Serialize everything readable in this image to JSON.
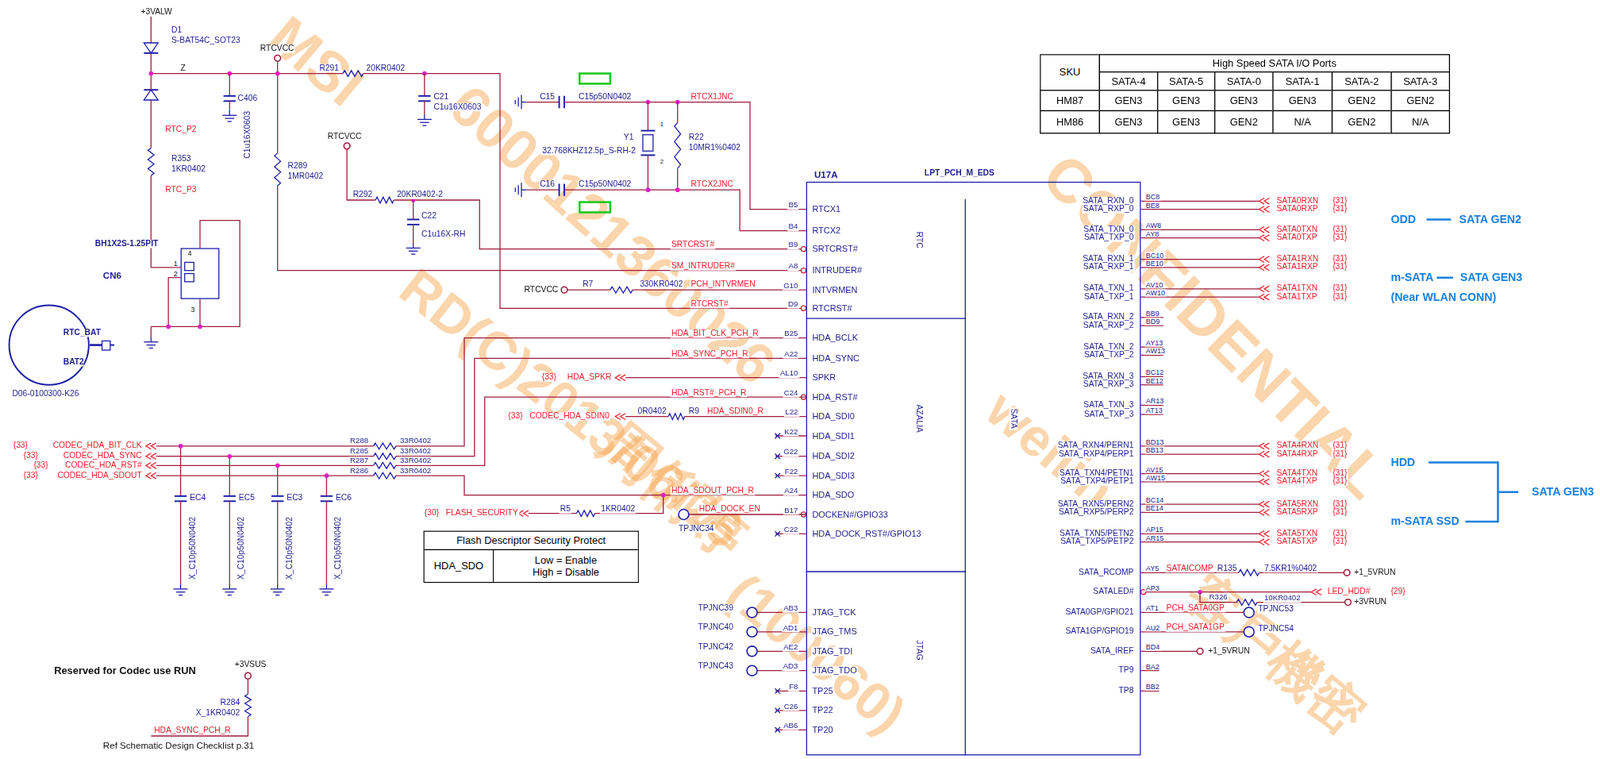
{
  "diagram": {
    "nodes": [
      {
        "text": [
          "SKU",
          "High Speed SATA I/O Ports",
          "SATA-4",
          "SATA-5",
          "SATA-0",
          "SATA-1",
          "SATA-2",
          "SATA-3",
          "HM87",
          "GEN3",
          "GEN3",
          "GEN3",
          "GEN3",
          "GEN2",
          "GEN2",
          "HM86",
          "GEN3",
          "GEN3",
          "GEN2",
          "N/A",
          "GEN2",
          "N/A"
        ]
      },
      {
        "text": [
          "U17A",
          "LPT_PCH_M_EDS"
        ]
      },
      {
        "text": [
          "BH1X2S-1.25PIT",
          "CN6"
        ]
      },
      {
        "text": [
          "RTC_BAT",
          "BAT2",
          "D06-0100300-K26"
        ]
      },
      {
        "text": [
          "Flash Descriptor Security Protect",
          "HDA_SDO",
          "Low = Enable High = Disable"
        ]
      }
    ],
    "labels": [
      "+3VALW",
      "D1",
      "S-BAT54C_SOT23",
      "Z",
      "RTCVCC",
      "R291",
      "20KR0402",
      "C406",
      "C1u16X0603",
      "C21",
      "C1u16X0603",
      "RTC_P2",
      "R353",
      "1KR0402",
      "RTC_P3",
      "R289",
      "1MR0402",
      "RTCVCC",
      "R292",
      "20KR0402-2",
      "C22",
      "C1u16X-RH",
      "C15",
      "C15p50N0402",
      "RTCX1JNC",
      "Y1",
      "32.768KHZ12.5p_S-RH-2",
      "1",
      "2",
      "R22",
      "10MR1%0402",
      "C16",
      "C15p50N0402",
      "RTCX2JNC",
      "SRTCRST#",
      "SM_INTRUDER#",
      "RTCVCC",
      "R7",
      "330KR0402",
      "PCH_INTVRMEN",
      "RTCRST#",
      "4",
      "1",
      "2",
      "3",
      "B5",
      "RTCX1",
      "B4",
      "RTCX2",
      "B9",
      "SRTCRST#",
      "A8",
      "INTRUDER#",
      "G10",
      "INTVRMEN",
      "D9",
      "RTCRST#",
      "B25",
      "HDA_BCLK",
      "A22",
      "HDA_SYNC",
      "AL10",
      "SPKR",
      "C24",
      "HDA_RST#",
      "L22",
      "HDA_SDI0",
      "K22",
      "HDA_SDI1",
      "G22",
      "HDA_SDI2",
      "F22",
      "HDA_SDI3",
      "A24",
      "HDA_SDO",
      "B17",
      "DOCKEN#/GPIO33",
      "C22",
      "HDA_DOCK_RST#/GPIO13",
      "AB3",
      "JTAG_TCK",
      "AD1",
      "JTAG_TMS",
      "AE2",
      "JTAG_TDI",
      "AD3",
      "JTAG_TDO",
      "F8",
      "TP25",
      "C26",
      "TP22",
      "AB6",
      "TP20",
      "SATA_RXN_0",
      "BC8",
      "SATA_RXP_0",
      "BE8",
      "SATA_TXN_0",
      "AW8",
      "SATA_TXP_0",
      "AY8",
      "SATA_RXN_1",
      "BC10",
      "SATA_RXP_1",
      "BE10",
      "SATA_TXN_1",
      "AV10",
      "SATA_TXP_1",
      "AW10",
      "SATA_RXN_2",
      "BB9",
      "SATA_RXP_2",
      "BD9",
      "SATA_TXN_2",
      "AY13",
      "SATA_TXP_2",
      "AW13",
      "SATA_RXN_3",
      "BC12",
      "SATA_RXP_3",
      "BE12",
      "SATA_TXN_3",
      "AR13",
      "SATA_TXP_3",
      "AT13",
      "SATA_RXN4/PERN1",
      "BD13",
      "SATA_RXP4/PERP1",
      "BB13",
      "SATA_TXN4/PETN1",
      "AV15",
      "SATA_TXP4/PETP1",
      "AW15",
      "SATA_RXN5/PERN2",
      "BC14",
      "SATA_RXP5/PERP2",
      "BE14",
      "SATA_TXN5/PETN2",
      "AP15",
      "SATA_TXP5/PETP2",
      "AR15",
      "SATA_RCOMP",
      "AY5",
      "SATALED#",
      "AP3",
      "SATA0GP/GPIO21",
      "AT1",
      "SATA1GP/GPIO19",
      "AU2",
      "SATA_IREF",
      "BD4",
      "TP9",
      "BA2",
      "TP8",
      "BB2",
      "RTC",
      "AZALIA",
      "JTAG",
      "SATA",
      "SATA0RXN",
      "{31}",
      "SATA0RXP",
      "{31}",
      "SATA0TXN",
      "{31}",
      "SATA0TXP",
      "{31}",
      "SATA1RXN",
      "{31}",
      "SATA1RXP",
      "{31}",
      "SATA1TXN",
      "{31}",
      "SATA1TXP",
      "{31}",
      "SATA4RXN",
      "{31}",
      "SATA4RXP",
      "{31}",
      "SATA4TXN",
      "{31}",
      "SATA4TXP",
      "{31}",
      "SATA5RXN",
      "{31}",
      "SATA5RXP",
      "{31}",
      "SATA5TXN",
      "{31}",
      "SATA5TXP",
      "{31}",
      "ODD",
      "SATA GEN2",
      "m-SATA",
      "SATA GEN3",
      "(Near WLAN CONN)",
      "HDD",
      "m-SATA SSD",
      "SATA GEN3",
      "SATAICOMP",
      "R135",
      "7.5KR1%0402",
      "+1_5VRUN",
      "LED_HDD#",
      "{29}",
      "R326",
      "10KR0402",
      "+3VRUN",
      "PCH_SATA0GP",
      "TPJNC53",
      "PCH_SATA1GP",
      "TPJNC54",
      "+1_5VRUN",
      "HDA_BIT_CLK_PCH_R",
      "HDA_SYNC_PCH_R",
      "{33}",
      "HDA_SPKR",
      "HDA_RST#_PCH_R",
      "{33}",
      "CODEC_HDA_SDIN0",
      "0R0402",
      "R9",
      "HDA_SDIN0_R",
      "HDA_SDOUT_PCH_R",
      "{30}",
      "FLASH_SECURITY",
      "R5",
      "1KR0402",
      "HDA_DOCK_EN",
      "TPJNC34",
      "{33}",
      "CODEC_HDA_BIT_CLK",
      "{33}",
      "CODEC_HDA_SYNC",
      "{33}",
      "CODEC_HDA_RST#",
      "{33}",
      "CODEC_HDA_SDOUT",
      "R288",
      "33R0402",
      "R285",
      "33R0402",
      "R287",
      "33R0402",
      "R286",
      "33R0402",
      "EC4",
      "EC5",
      "EC3",
      "EC6",
      "X_C10p50N0402",
      "X_C10p50N0402",
      "X_C10p50N0402",
      "X_C10p50N0402",
      "TPJNC39",
      "TPJNC40",
      "TPJNC42",
      "TPJNC43",
      "Reserved for Codec use RUN",
      "+3VSUS",
      "R284",
      "X_1KR0402",
      "HDA_SYNC_PCH_R",
      "Ref Schematic Design Checklist p.31",
      "MSI",
      "6000121360026",
      "CONFIDENTIAL",
      "RD(C)2013/06/26",
      "weilin",
      "周俐婷",
      "(100060)",
      "客戶機密"
    ]
  }
}
